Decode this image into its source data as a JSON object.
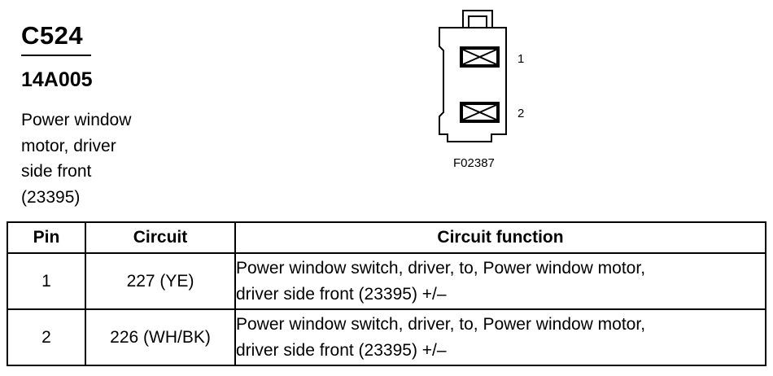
{
  "header": {
    "connector_id": "C524",
    "part_number": "14A005",
    "description_lines": [
      "Power window",
      "motor, driver",
      "side front",
      "(23395)"
    ]
  },
  "diagram": {
    "pin_labels": [
      "1",
      "2"
    ],
    "figure_id": "F02387",
    "icon": "two-pin-connector-face-icon"
  },
  "table": {
    "headers": [
      "Pin",
      "Circuit",
      "Circuit function"
    ],
    "rows": [
      {
        "pin": "1",
        "circuit": "227 (YE)",
        "function_lines": [
          "Power window switch, driver, to, Power window motor,",
          "driver side front (23395) +/–"
        ]
      },
      {
        "pin": "2",
        "circuit": "226 (WH/BK)",
        "function_lines": [
          "Power window switch, driver, to, Power window motor,",
          "driver side front (23395) +/–"
        ]
      }
    ]
  }
}
